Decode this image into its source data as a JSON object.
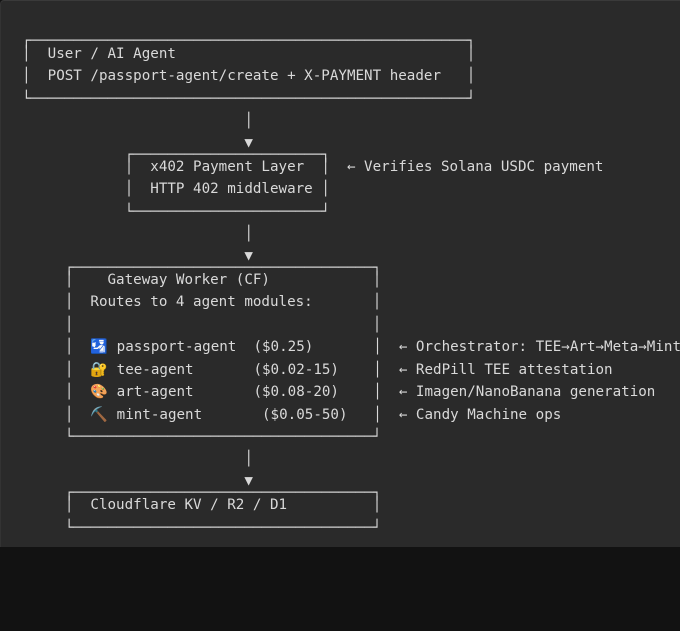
{
  "diagram": {
    "lines": [
      "┌───────────────────────────────────────────────────┐",
      "│  User / AI Agent                                  │",
      "│  POST /passport-agent/create + X-PAYMENT header   │",
      "└───────────────────────────────────────────────────┘",
      "                          │",
      "                          ▼",
      "            ┌──────────────────────┐",
      "            │  x402 Payment Layer  │  ← Verifies Solana USDC payment",
      "            │  HTTP 402 middleware │",
      "            └──────────────────────┘",
      "                          │",
      "                          ▼",
      "     ┌───────────────────────────────────┐",
      "     │    Gateway Worker (CF)            │",
      "     │  Routes to 4 agent modules:       │",
      "     │                                   │",
      "     │  🛂 passport-agent  ($0.25)       │  ← Orchestrator: TEE→Art→Meta→Mint",
      "     │  🔐 tee-agent       ($0.02-15)    │  ← RedPill TEE attestation",
      "     │  🎨 art-agent       ($0.08-20)    │  ← Imagen/NanoBanana generation",
      "     │  ⛏️ mint-agent       ($0.05-50)   │  ← Candy Machine ops",
      "     └───────────────────────────────────┘",
      "                          │",
      "                          ▼",
      "     ┌───────────────────────────────────┐",
      "     │  Cloudflare KV / R2 / D1          │",
      "     └───────────────────────────────────┘"
    ],
    "icons": {
      "passport": "🛂",
      "tee": "🔐",
      "art": "🎨",
      "mint": "⛏️"
    }
  }
}
